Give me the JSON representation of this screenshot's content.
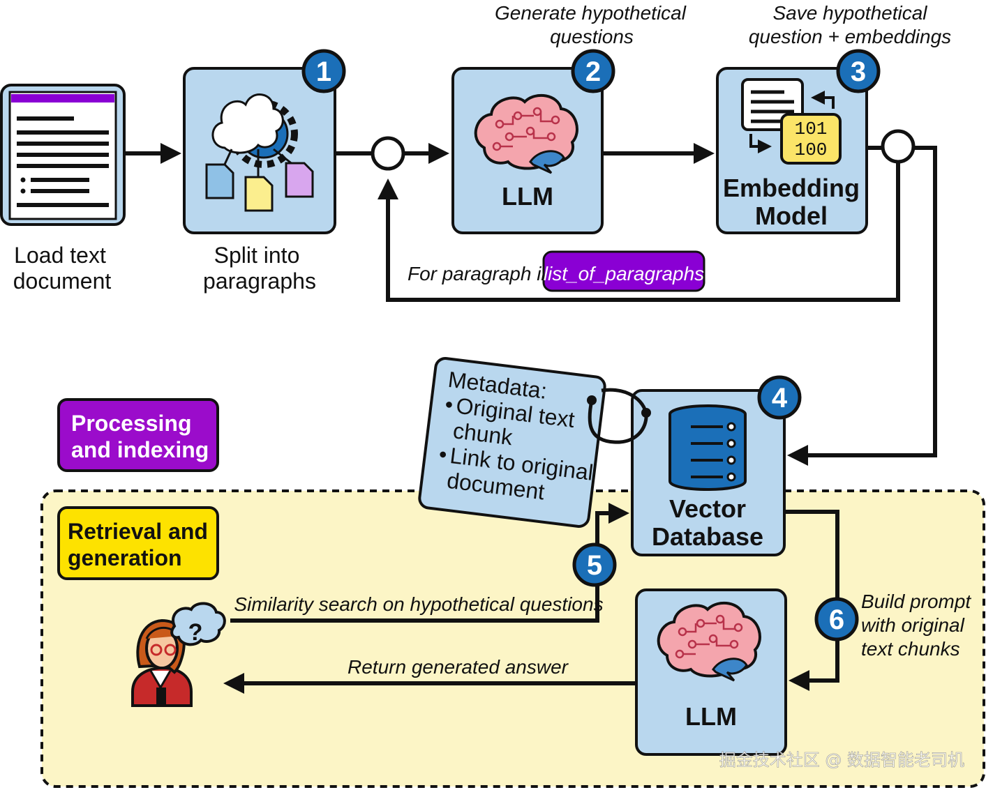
{
  "steps": {
    "load": {
      "line1": "Load text",
      "line2": "document"
    },
    "split": {
      "line1": "Split into",
      "line2": "paragraphs",
      "number": "1"
    },
    "llm_top": {
      "label": "LLM",
      "number": "2",
      "caption1": "Generate hypothetical",
      "caption2": "questions"
    },
    "embedding": {
      "line1": "Embedding",
      "line2": "Model",
      "number": "3",
      "caption1": "Save hypothetical",
      "caption2": "question + embeddings",
      "binary1": "101",
      "binary2": "100"
    },
    "vector_db": {
      "line1": "Vector",
      "line2": "Database",
      "number": "4"
    },
    "llm_bottom": {
      "label": "LLM"
    }
  },
  "loop": {
    "prefix": "For paragraph in",
    "variable": "list_of_paragraphs"
  },
  "metadata": {
    "title": "Metadata:",
    "bullet": "•",
    "item1_line1": "Original text",
    "item1_line2": "chunk",
    "item2_line1": "Link to original",
    "item2_line2": "document"
  },
  "retrieval": {
    "search_label": "Similarity search on hypothetical questions",
    "search_number": "5",
    "prompt_line1": "Build prompt",
    "prompt_line2": "with original",
    "prompt_line3": "text chunks",
    "prompt_number": "6",
    "answer_label": "Return generated answer",
    "question_mark": "?"
  },
  "legend": {
    "processing_line1": "Processing",
    "processing_line2": "and indexing",
    "retrieval_line1": "Retrieval and",
    "retrieval_line2": "generation"
  },
  "watermark": "掘金技术社区 @ 数据智能老司机",
  "colors": {
    "box_fill": "#b9d7ee",
    "badge": "#1b6fb8",
    "processing": "#9b0ccb",
    "retrieval": "#fde200",
    "retrieval_area": "#fcf5c6",
    "accent_purple": "#8a00d4"
  }
}
